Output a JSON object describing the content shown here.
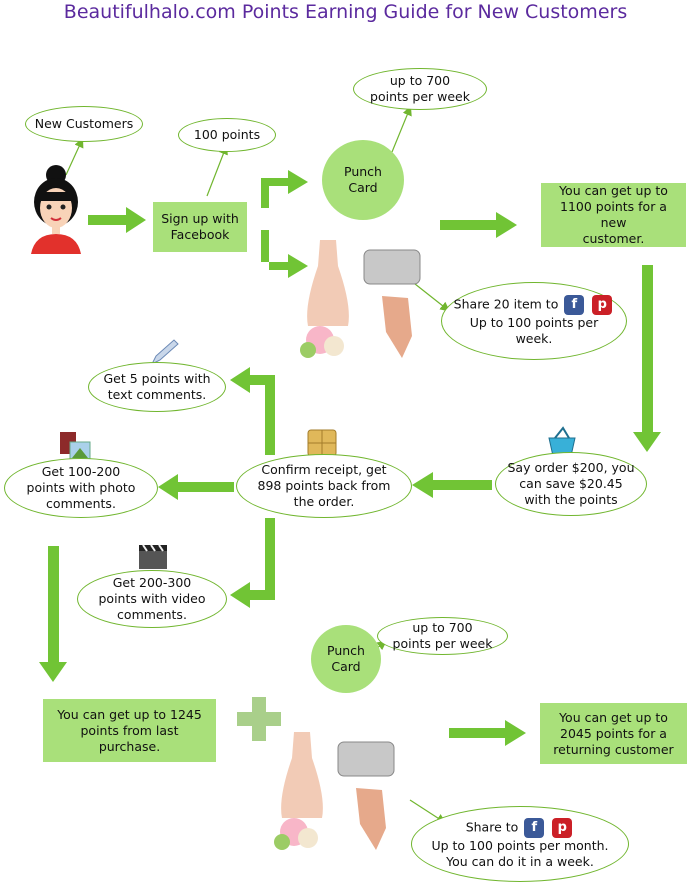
{
  "title": "Beautifulhalo.com Points Earning Guide for New Customers",
  "nodes": {
    "new_customers": "New Customers",
    "points_100": "100 points",
    "signup": "Sign up with\nFacebook",
    "punch1": "Punch\nCard",
    "up700_week_1": "up to 700\npoints per week",
    "get_1100": "You can get up to\n1100 points for a new\ncustomer.",
    "share20_before": "Share 20 item to",
    "share20_after": "Up to 100 points per week.",
    "get5": "Get 5 points with\ntext comments.",
    "get100_200": "Get 100-200\npoints with photo\ncomments.",
    "confirm": "Confirm receipt, get\n898 points back from\nthe order.",
    "say_order": "Say order $200, you\ncan save $20.45\nwith the points",
    "get200_300": "Get 200-300\npoints with video\ncomments.",
    "punch2": "Punch\nCard",
    "up700_week_2": "up to 700\npoints per week",
    "get_1245": "You can get up to 1245\npoints from last\npurchase.",
    "get_2045": "You can get up to\n2045 points for a\nreturning customer",
    "share_to": "Share to",
    "share_month": "Up to 100 points per month.\nYou can do it in a week."
  },
  "social": {
    "facebook": "f",
    "pinterest": "p"
  },
  "plus_sign": "+",
  "colors": {
    "title": "#5b2a9e",
    "green": "#a9e07a",
    "arrow": "#71c435",
    "outline": "#71b62f"
  }
}
